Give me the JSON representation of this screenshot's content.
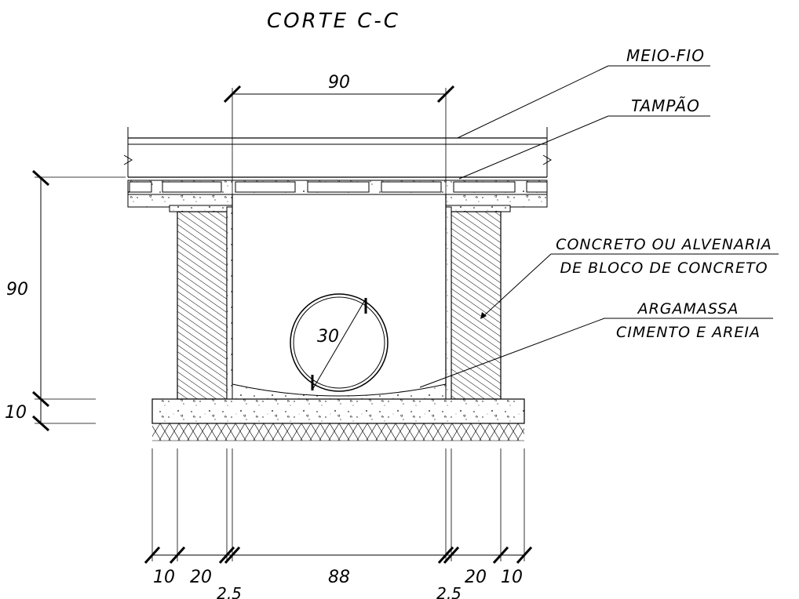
{
  "title": "CORTE C-C",
  "labels": {
    "meio_fio": "MEIO-FIO",
    "tampao": "TAMPÃO",
    "concreto_line1": "CONCRETO OU ALVENARIA",
    "concreto_line2": "DE BLOCO DE CONCRETO",
    "argamassa_line1": "ARGAMASSA",
    "argamassa_line2": "CIMENTO E AREIA"
  },
  "dimensions": {
    "top_width": "90",
    "pipe_diameter": "30",
    "left_height": "90",
    "left_base": "10",
    "bottom": [
      "10",
      "20",
      "2,5",
      "88",
      "2,5",
      "20",
      "10"
    ]
  },
  "colors": {
    "line": "#000000",
    "background": "#ffffff",
    "hatch": "#000000"
  }
}
